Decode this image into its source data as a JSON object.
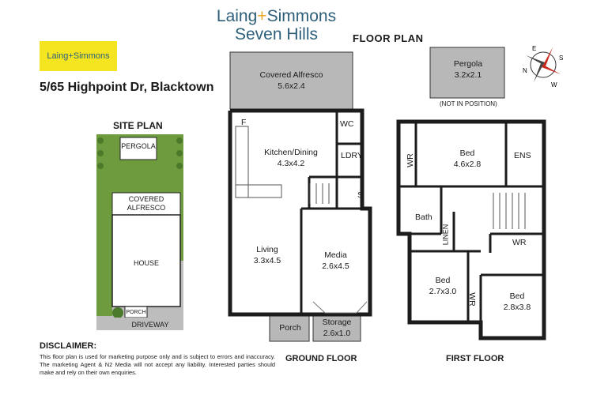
{
  "brand": {
    "line1": "Laing",
    "plus": "+",
    "line1b": "Simmons",
    "line2": "Seven Hills"
  },
  "logo_text": {
    "a": "Laing",
    "plus": "+",
    "b": "Simmons"
  },
  "floor_plan_title": "FLOOR PLAN",
  "address": "5/65 Highpoint Dr, Blacktown",
  "site_plan": {
    "title": "SITE PLAN",
    "labels": {
      "pergola": "PERGOLA",
      "covered1": "COVERED",
      "covered2": "ALFRESCO",
      "house": "HOUSE",
      "porch": "PORCH",
      "driveway": "DRIVEWAY"
    }
  },
  "ground_floor": {
    "title": "GROUND FLOOR",
    "rooms": {
      "alfresco_name": "Covered Alfresco",
      "alfresco_size": "5.6x2.4",
      "kitchen_name": "Kitchen/Dining",
      "kitchen_size": "4.3x4.2",
      "fridge": "F",
      "wc": "WC",
      "laundry": "LDRY",
      "stair": "S",
      "living_name": "Living",
      "living_size": "3.3x4.5",
      "media_name": "Media",
      "media_size": "2.6x4.5",
      "porch": "Porch",
      "storage_name": "Storage",
      "storage_size": "2.6x1.0"
    }
  },
  "first_floor": {
    "title": "FIRST FLOOR",
    "pergola_name": "Pergola",
    "pergola_size": "3.2x2.1",
    "pergola_note": "(NOT IN POSITION)",
    "rooms": {
      "bed1_name": "Bed",
      "bed1_size": "4.6x2.8",
      "wr1": "WR",
      "ens": "ENS",
      "bath": "Bath",
      "linen": "LINEN",
      "wr2": "WR",
      "wr3": "WR",
      "bed2_name": "Bed",
      "bed2_size": "2.7x3.0",
      "bed3_name": "Bed",
      "bed3_size": "2.8x3.8"
    }
  },
  "disclaimer": {
    "title": "DISCLAIMER:",
    "text": "This floor plan is used for marketing purpose only and is subject to errors and inaccuracy. The marketing Agent & N2 Media will not accept any liability. Interested parties should make and rely on their own enquiries."
  },
  "compass": {
    "n": "N",
    "e": "E",
    "s": "S",
    "w": "W"
  },
  "colors": {
    "brand_blue": "#2d5f7a",
    "accent_gold": "#e9a51c",
    "logo_yellow": "#f4e520",
    "lawn": "#6e9b3d",
    "dark_wall": "#2a2a2a",
    "outdoor_grey": "#b8b8b8"
  }
}
